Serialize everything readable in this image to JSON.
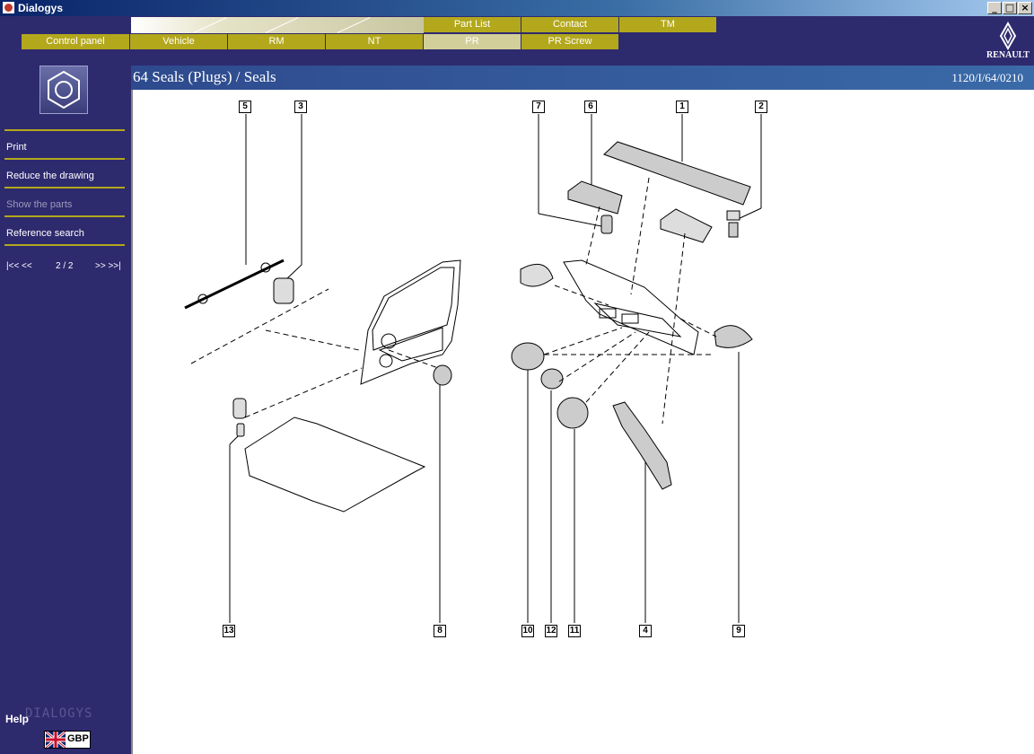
{
  "window": {
    "title": "Dialogys",
    "minimize": "_",
    "maximize": "□",
    "close": "×"
  },
  "tabs_top": [
    {
      "label": "Part List"
    },
    {
      "label": "Contact"
    },
    {
      "label": "TM"
    }
  ],
  "tabs_bottom": [
    {
      "label": "Control panel"
    },
    {
      "label": "Vehicle"
    },
    {
      "label": "RM"
    },
    {
      "label": "NT"
    },
    {
      "label": "PR"
    },
    {
      "label": "PR Screw"
    }
  ],
  "brand": {
    "name": "RENAULT"
  },
  "sidebar": {
    "items": [
      {
        "label": "Print"
      },
      {
        "label": "Reduce the drawing"
      },
      {
        "label": "Show the parts"
      },
      {
        "label": "Reference search"
      }
    ],
    "pager": {
      "first": "|<< <<",
      "page": "2 / 2",
      "next": ">> >>|"
    },
    "help": "Help",
    "watermark": "DIALOGYS",
    "currency": "GBP"
  },
  "header": {
    "title": "64 Seals (Plugs) / Seals",
    "reference": "1120/I/64/0210"
  },
  "callouts": [
    "5",
    "3",
    "7",
    "6",
    "1",
    "2",
    "13",
    "8",
    "10",
    "12",
    "11",
    "4",
    "9"
  ]
}
